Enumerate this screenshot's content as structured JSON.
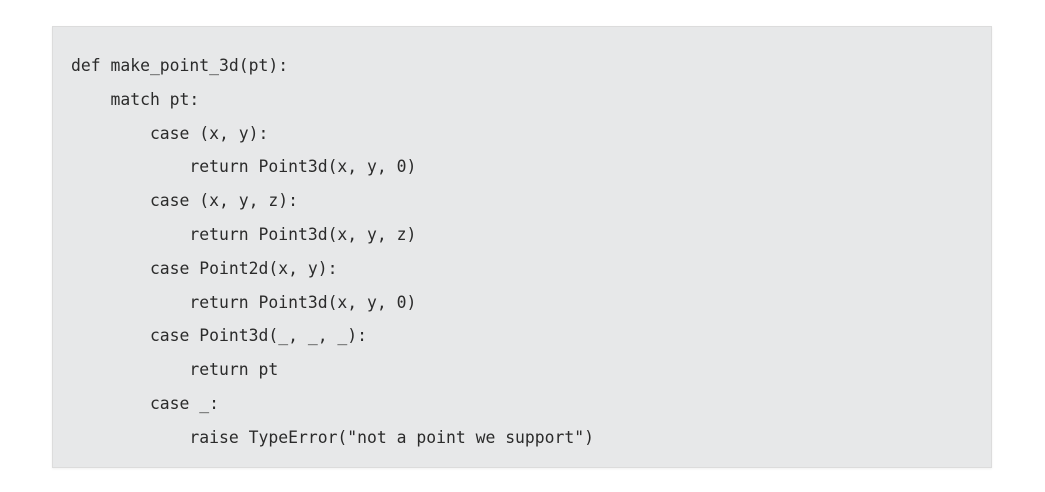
{
  "code": {
    "language": "python",
    "lines": [
      "def make_point_3d(pt):",
      "    match pt:",
      "        case (x, y):",
      "            return Point3d(x, y, 0)",
      "        case (x, y, z):",
      "            return Point3d(x, y, z)",
      "        case Point2d(x, y):",
      "            return Point3d(x, y, 0)",
      "        case Point3d(_, _, _):",
      "            return pt",
      "        case _:",
      "            raise TypeError(\"not a point we support\")"
    ]
  },
  "colors": {
    "background": "#e7e8e9",
    "text": "#2b2b2b"
  }
}
